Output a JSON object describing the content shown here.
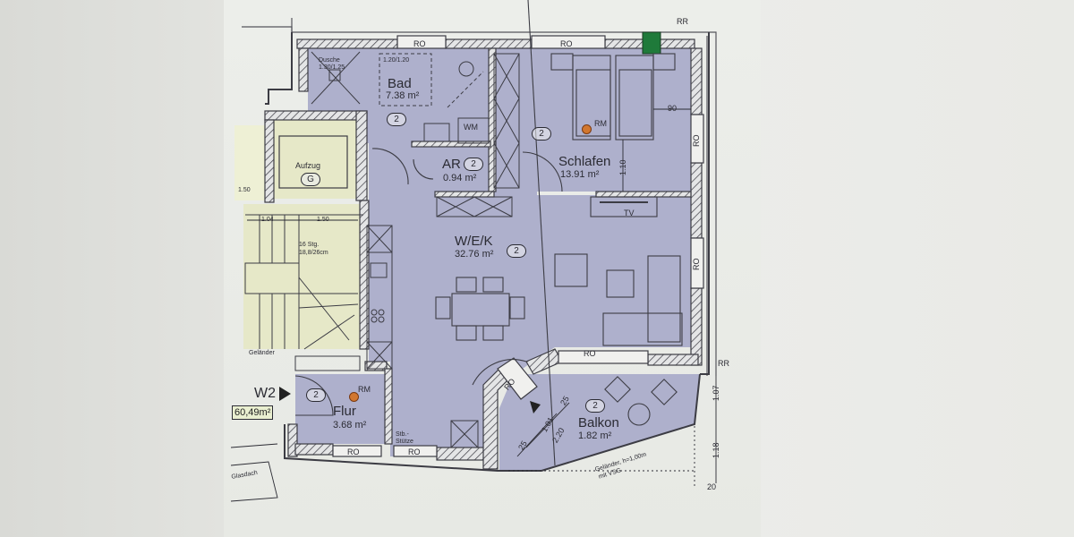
{
  "plan": {
    "unit_label": "W2",
    "unit_area": "60,49m²",
    "floor_badge": "2",
    "rooms": {
      "bad": {
        "name": "Bad",
        "area": "7.38 m²",
        "shower_label": "Dusche",
        "shower_size": "1.30/1.25",
        "area_box": "1.20/1.20",
        "wm": "WM"
      },
      "ar": {
        "name": "AR",
        "area": "0.94 m²"
      },
      "schlafen": {
        "name": "Schlafen",
        "area": "13.91 m²",
        "rm": "RM",
        "tv": "TV"
      },
      "wek": {
        "name": "W/E/K",
        "area": "32.76 m²"
      },
      "flur": {
        "name": "Flur",
        "area": "3.68 m²",
        "rm": "RM",
        "support": "Stb.-",
        "support2": "Stütze"
      },
      "balkon": {
        "name": "Balkon",
        "area": "1.82 m²",
        "railing": "Geländer, h=1,00m",
        "railing2": "mit VSG"
      },
      "aufzug": {
        "name": "Aufzug",
        "badge": "G"
      }
    },
    "stairs": {
      "steps": "16 Stg.",
      "step_size": "18,8/26cm",
      "railing": "Geländer"
    },
    "window_label": "RO",
    "downpipe_label": "RR",
    "glasdach": "Glasdach",
    "dimensions": {
      "bed_gap": "90",
      "bed_to_wall": "1.10",
      "elevator_side": "1.50",
      "stair_w1": "1.04",
      "stair_w2": "1.50",
      "balcony_d1": "25",
      "balcony_d2": "1.01",
      "balcony_d3": "25",
      "balcony_total": "2.20",
      "right_d1": "1.07",
      "right_d2": "1.18",
      "right_d3": "20"
    },
    "colors": {
      "room_fill": "#aeb0cc",
      "stair_fill": "#e6e8c8",
      "wall": "#3c3c44",
      "rm_dot": "#d2772f",
      "hydrant": "#1f7a3a"
    }
  }
}
